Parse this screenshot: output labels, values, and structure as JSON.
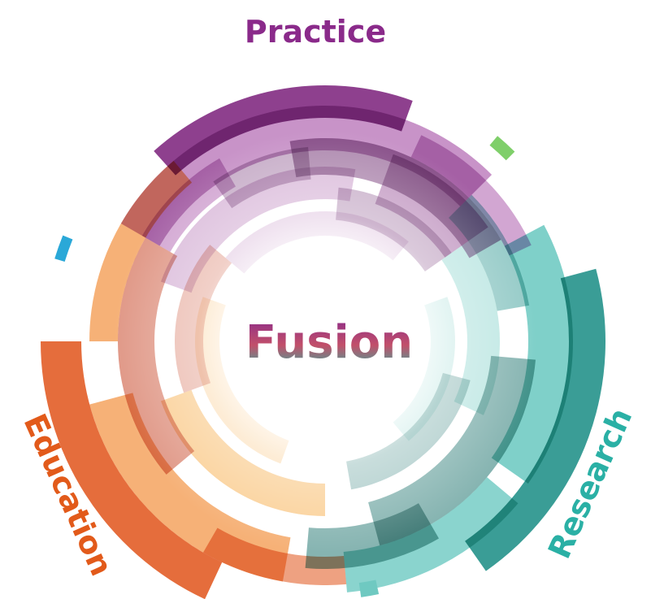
{
  "center": {
    "text": "Fusion"
  },
  "sectors": [
    {
      "key": "practice",
      "label": "Practice",
      "color": "#8a2a8a"
    },
    {
      "key": "research",
      "label": "Research",
      "color": "#1e9e94"
    },
    {
      "key": "education",
      "label": "Education",
      "color": "#e85d1a"
    }
  ],
  "palette": {
    "practice": [
      "#7a1f7a",
      "#9b3a9b",
      "#5e1460",
      "#b06ab0"
    ],
    "research": [
      "#178c84",
      "#2ab0a5",
      "#0e6a63",
      "#6fc9c1"
    ],
    "education": [
      "#e0531a",
      "#f07d1c",
      "#c2320f",
      "#f6a02c"
    ],
    "accents": [
      "#2aa8d8",
      "#7fcf6a"
    ]
  }
}
